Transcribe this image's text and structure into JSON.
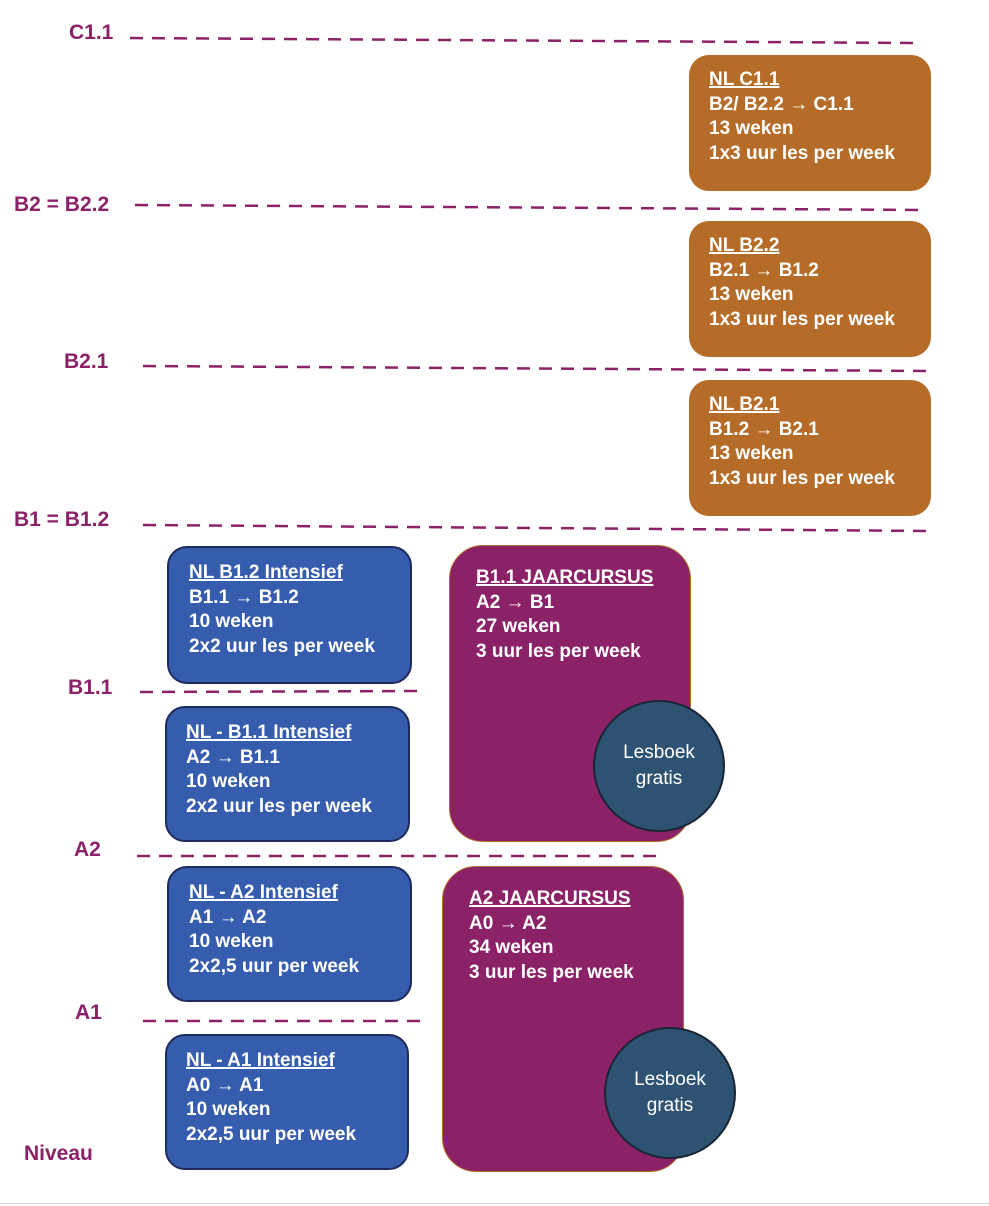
{
  "levels": [
    "C1.1",
    "B2 = B2.2",
    "B2.1",
    "B1 = B1.2",
    "B1.1",
    "A2",
    "A1",
    "Niveau"
  ],
  "courses": [
    {
      "title": "NL C1.1",
      "route": "B2/ B2.2 → C1.1",
      "duration": "13 weken",
      "hours": "1x3 uur les per week"
    },
    {
      "title": "NL B2.2",
      "route": "B2.1 → B1.2",
      "duration": "13 weken",
      "hours": "1x3 uur les per week"
    },
    {
      "title": "NL B2.1",
      "route": "B1.2 → B2.1",
      "duration": "13 weken",
      "hours": "1x3 uur les per week"
    },
    {
      "title": "NL B1.2 Intensief",
      "route": "B1.1 → B1.2",
      "duration": "10 weken",
      "hours": "2x2 uur les per week"
    },
    {
      "title": "NL - B1.1 Intensief",
      "route": "A2 → B1.1",
      "duration": "10 weken",
      "hours": "2x2 uur les per week"
    },
    {
      "title": "NL - A2 Intensief",
      "route": "A1 → A2",
      "duration": "10 weken",
      "hours": "2x2,5 uur per week"
    },
    {
      "title": "NL - A1 Intensief",
      "route": "A0 → A1",
      "duration": "10 weken",
      "hours": "2x2,5 uur per week"
    },
    {
      "title": "B1.1 JAARCURSUS",
      "route": "A2 → B1",
      "duration": "27 weken",
      "hours": "3 uur les per week"
    },
    {
      "title": "A2 JAARCURSUS",
      "route": "A0 → A2",
      "duration": "34 weken",
      "hours": "3 uur les per week"
    }
  ],
  "badges": [
    {
      "line1": "Lesboek",
      "line2": "gratis"
    },
    {
      "line1": "Lesboek",
      "line2": "gratis"
    }
  ],
  "colors": {
    "level": "#8B2267",
    "advanced": "#B46C28",
    "intensive": "#365CAD",
    "yearcourse": "#8B2267",
    "badge": "#2E5272"
  }
}
